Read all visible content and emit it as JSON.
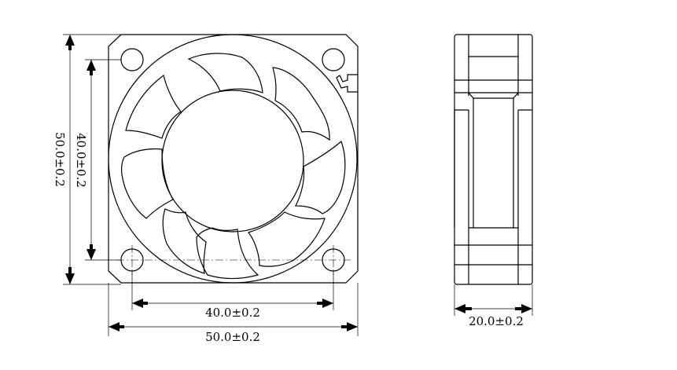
{
  "dimensions": {
    "overall_width": "50.0±0.2",
    "hole_spacing_width": "40.0±0.2",
    "overall_height": "50.0±0.2",
    "hole_spacing_height": "40.0±0.2",
    "depth": "20.0±0.2"
  }
}
